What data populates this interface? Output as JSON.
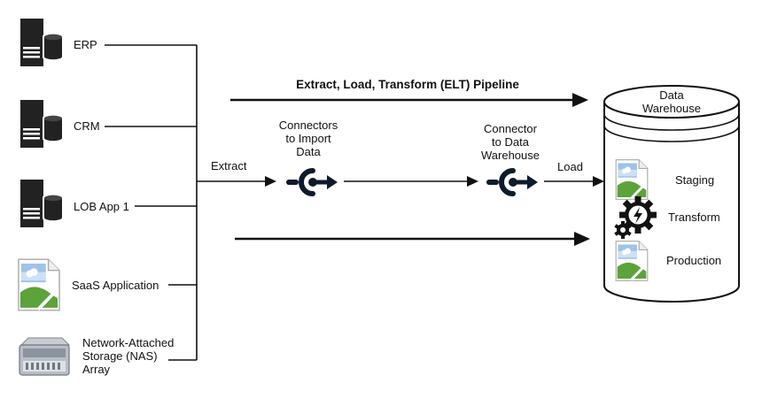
{
  "diagram": {
    "pipeline_title": "Extract, Load, Transform (ELT) Pipeline",
    "sources": [
      {
        "label": "ERP",
        "icon": "server-database-icon"
      },
      {
        "label": "CRM",
        "icon": "server-database-icon"
      },
      {
        "label": "LOB App 1",
        "icon": "server-database-icon"
      },
      {
        "label": "SaaS Application",
        "icon": "image-placeholder-icon"
      },
      {
        "label": "Network-Attached Storage (NAS) Array",
        "lines": [
          "Network-Attached",
          "Storage (NAS)",
          "Array"
        ],
        "icon": "nas-array-icon"
      }
    ],
    "extract_label": "Extract",
    "connector_import": {
      "lines": [
        "Connectors",
        "to Import",
        "Data"
      ],
      "icon": "connector-icon"
    },
    "connector_warehouse": {
      "lines": [
        "Connector",
        "to Data",
        "Warehouse"
      ],
      "icon": "connector-icon"
    },
    "load_label": "Load",
    "warehouse": {
      "title_lines": [
        "Data",
        "Warehouse"
      ],
      "stages": [
        {
          "label": "Staging",
          "icon": "image-placeholder-icon"
        },
        {
          "label": "Transform",
          "icon": "gear-lightning-icon"
        },
        {
          "label": "Production",
          "icon": "image-placeholder-icon"
        }
      ]
    },
    "colors": {
      "line": "#111111",
      "connector": "#0d1b2a",
      "image_fill": "#9ec3ea",
      "image_hill": "#5ba33a"
    }
  }
}
